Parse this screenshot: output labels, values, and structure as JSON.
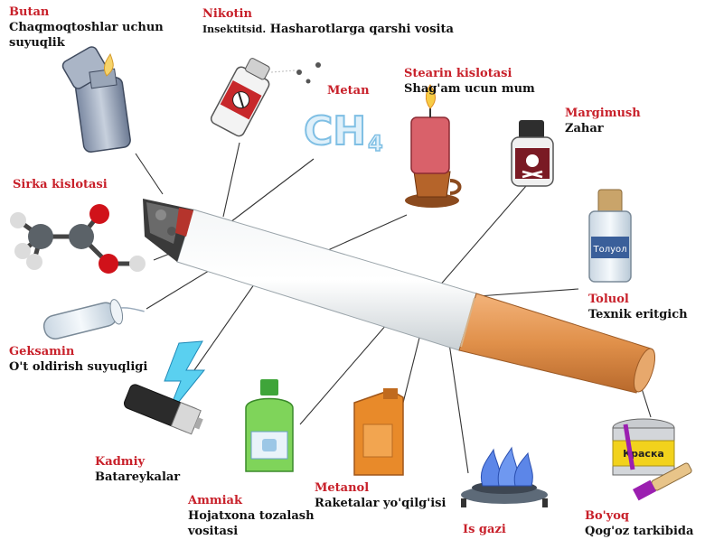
{
  "colors": {
    "title": "#c8202a",
    "text": "#111111",
    "line": "#333333"
  },
  "items": [
    {
      "id": "butan",
      "title": "Butan",
      "desc": "Chaqmoqtoshlar uchun suyuqlik",
      "icon": "lighter-icon"
    },
    {
      "id": "nikotin",
      "title": "Nikotin",
      "desc_small": "Insektitsid.",
      "desc": "Hasharotlarga qarshi vosita",
      "icon": "spray-icon"
    },
    {
      "id": "metan",
      "title": "Metan",
      "formula": "CH",
      "formula_sub": "4",
      "icon": "methane-formula-icon"
    },
    {
      "id": "stearin",
      "title": "Stearin kislotasi",
      "desc": "Shag'am ucun mum",
      "icon": "candle-icon"
    },
    {
      "id": "margimush",
      "title": "Margimush",
      "desc": "Zahar",
      "icon": "poison-bottle-icon"
    },
    {
      "id": "sirka",
      "title": "Sirka kislotasi",
      "icon": "molecule-icon"
    },
    {
      "id": "toluol",
      "title": "Toluol",
      "desc": "Texnik eritgich",
      "icon": "toluene-bottle-icon",
      "bottle_label": "Толуол"
    },
    {
      "id": "geksamin",
      "title": "Geksamin",
      "desc": "O't oldirish suyuqligi",
      "icon": "test-tube-icon"
    },
    {
      "id": "kadmiy",
      "title": "Kadmiy",
      "desc": "Batareykalar",
      "icon": "battery-icon"
    },
    {
      "id": "ammiak",
      "title": "Ammiak",
      "desc": "Hojatxona tozalash vositasi",
      "icon": "cleaner-bottle-icon"
    },
    {
      "id": "metanol",
      "title": "Metanol",
      "desc": "Raketalar yo'qilg'isi",
      "icon": "canister-icon"
    },
    {
      "id": "isgazi",
      "title": "Is gazi",
      "icon": "gas-burner-icon"
    },
    {
      "id": "boyoq",
      "title": "Bo'yoq",
      "desc": "Qog'oz tarkibida",
      "icon": "paint-can-icon",
      "can_label": "Краска"
    }
  ]
}
